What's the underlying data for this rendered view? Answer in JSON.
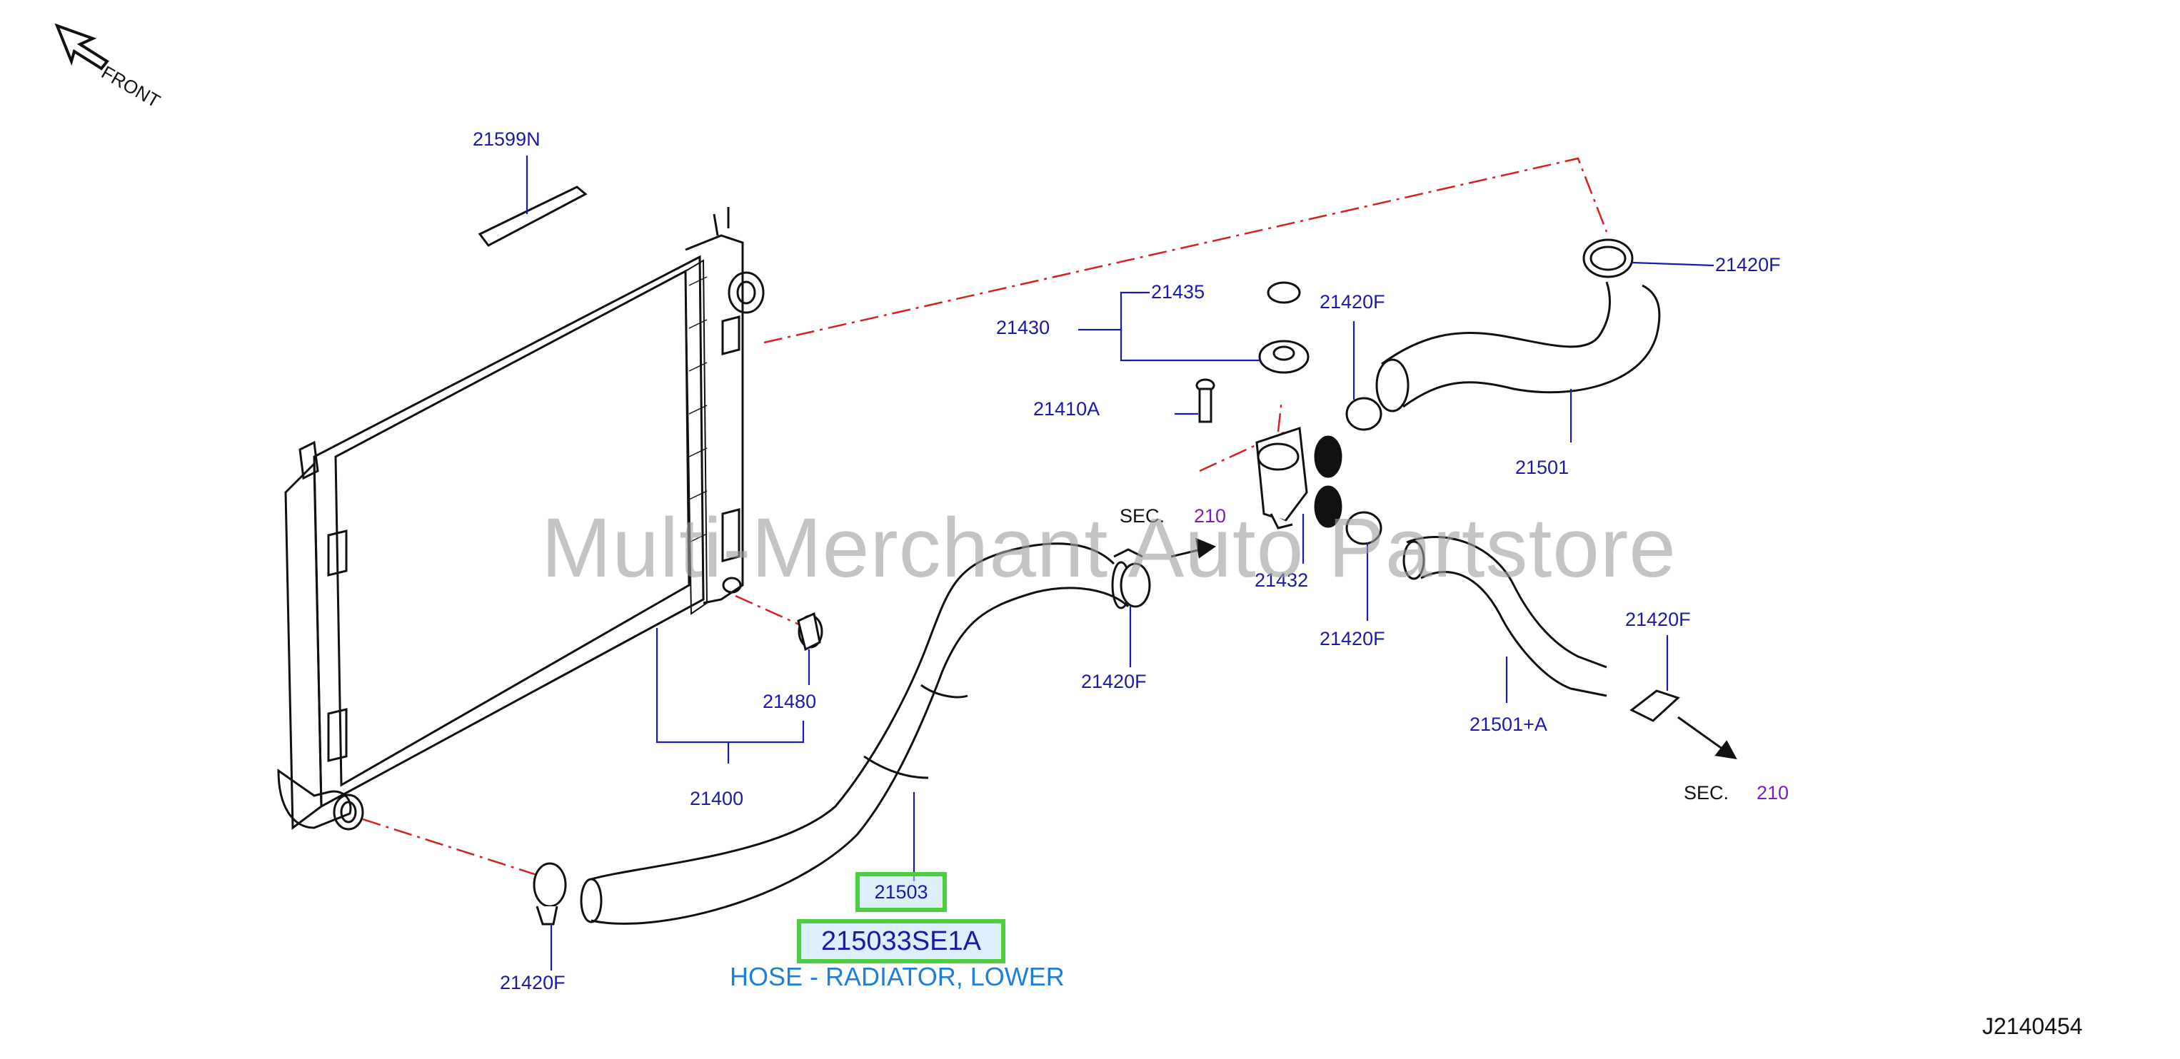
{
  "front_label": "FRONT",
  "watermark": "Multi-Merchant Auto Partstore",
  "diagram_code": "J2140454",
  "sections": {
    "sec_prefix": "SEC.",
    "sec_number": "210"
  },
  "highlight": {
    "part_number": "21503",
    "oem_number": "215033SE1A",
    "description": "HOSE - RADIATOR, LOWER"
  },
  "labels": {
    "p21599N": "21599N",
    "p21430": "21430",
    "p21435": "21435",
    "p21420F_top_mid": "21420F",
    "p21420F_top_right": "21420F",
    "p21410A": "21410A",
    "p21501": "21501",
    "p21432": "21432",
    "p21420F_mid_right": "21420F",
    "p21420F_mid": "21420F",
    "p21480": "21480",
    "p21400": "21400",
    "p21420F_right": "21420F",
    "p21501A": "21501+A",
    "p21420F_bottom": "21420F"
  },
  "colors": {
    "highlight_border": "#4ccf3e",
    "highlight_fill": "#bfe2f7",
    "part_label": "#1a1aa8",
    "section_ref": "#7a1fbf",
    "description": "#1f7fd6",
    "phantom_line": "#d42020"
  }
}
